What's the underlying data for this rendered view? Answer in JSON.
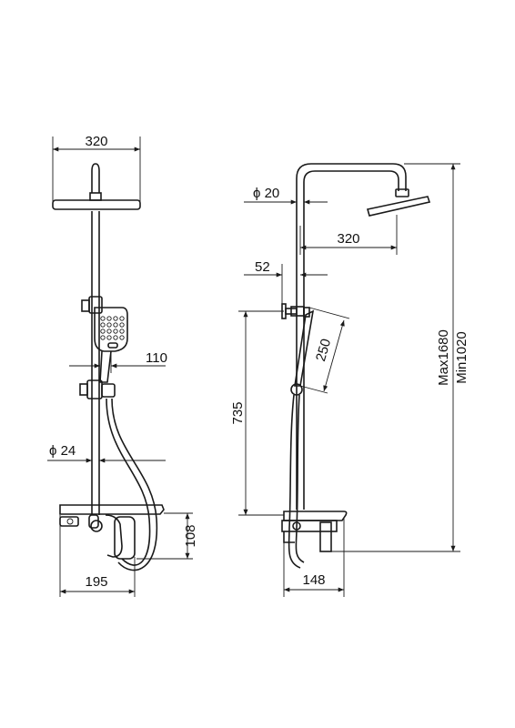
{
  "dimensions": {
    "front_head_width": "320",
    "front_handset_width": "110",
    "front_pipe_diameter": "ϕ 24",
    "front_mixer_height": "108",
    "front_base_width": "195",
    "side_pipe_diameter": "ϕ 20",
    "side_arm_length": "320",
    "side_wall_offset": "52",
    "side_handset_length": "250",
    "side_holder_height": "735",
    "side_height_max": "Max1680",
    "side_height_min": "Min1020",
    "side_base_depth": "148"
  }
}
